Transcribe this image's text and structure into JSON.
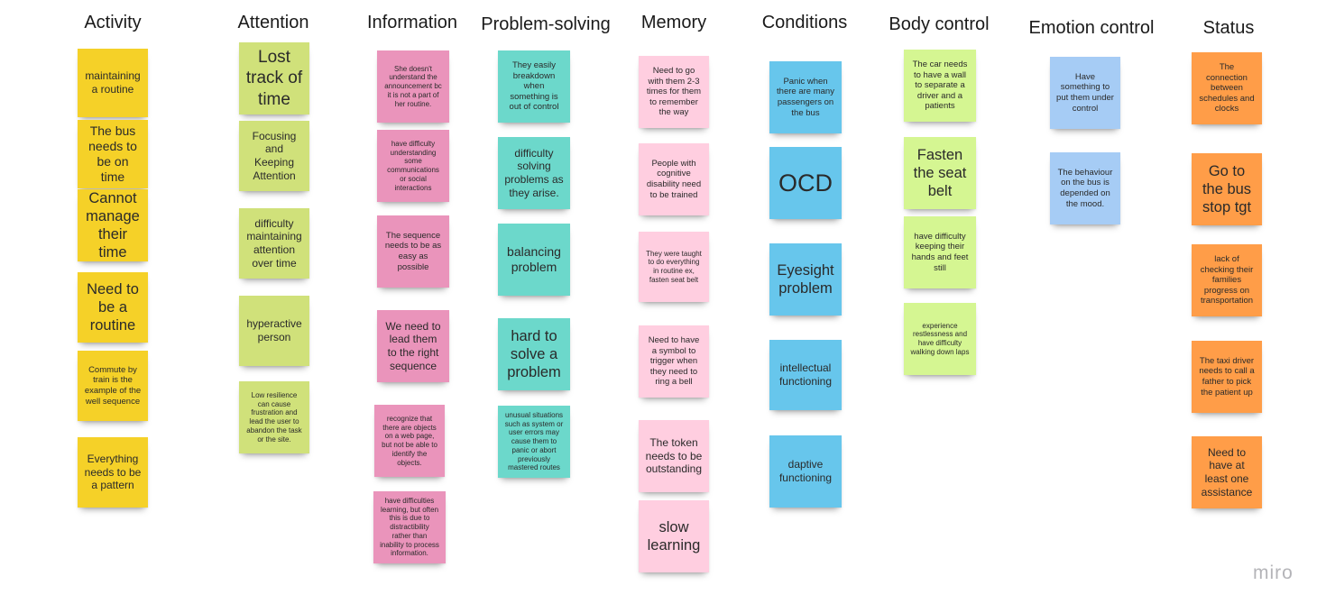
{
  "brand": "miro",
  "colors": {
    "yellow": "#f5d128",
    "lime": "#d0e17a",
    "magenta": "#ea94bb",
    "teal": "#6cd8cb",
    "light_pink": "#ffcee0",
    "cyan": "#67c6ec",
    "light_lime": "#d5f692",
    "light_blue": "#a6ccf5",
    "orange": "#ff9d48"
  },
  "columns": [
    {
      "title": "Activity",
      "color": "#f5d128",
      "notes": [
        {
          "text": "maintaining a routine",
          "size": "s-md"
        },
        {
          "text": "The bus needs to be on time",
          "size": "s-lg"
        },
        {
          "text": "Cannot manage their time",
          "size": "s-xl"
        },
        {
          "text": "Need to be a routine",
          "size": "s-xl"
        },
        {
          "text": "Commute by train is the example of the well sequence",
          "size": "s-sm"
        },
        {
          "text": "Everything needs to be a pattern",
          "size": "s-md"
        }
      ]
    },
    {
      "title": "Attention",
      "color": "#d0e17a",
      "notes": [
        {
          "text": "Lost track of time",
          "size": "s-xxl"
        },
        {
          "text": "Focusing and Keeping Attention",
          "size": "s-md"
        },
        {
          "text": "difficulty maintaining attention over time",
          "size": "s-md"
        },
        {
          "text": "hyperactive person",
          "size": "s-md"
        },
        {
          "text": "Low resilience can cause frustration and lead the user to abandon the task or the site.",
          "size": "s-tiny"
        }
      ]
    },
    {
      "title": "Information",
      "color": "#ea94bb",
      "notes": [
        {
          "text": "She doesn't understand the announcement bc it is not a part of her routine.",
          "size": "s-tiny"
        },
        {
          "text": "have difficulty understanding some communications or social interactions",
          "size": "s-tiny"
        },
        {
          "text": "The sequence needs to be as easy as possible",
          "size": "s-sm"
        },
        {
          "text": "We need to lead them to the right sequence",
          "size": "s-md"
        },
        {
          "text": "recognize that there are objects on a web page, but not be able to identify the objects.",
          "size": "s-tiny"
        },
        {
          "text": "have difficulties learning, but often this is due to distractibility rather than inability to process information.",
          "size": "s-tiny"
        }
      ]
    },
    {
      "title": "Problem-solving",
      "color": "#6cd8cb",
      "notes": [
        {
          "text": "They easily breakdown when something is out of control",
          "size": "s-sm"
        },
        {
          "text": "difficulty solving problems as they arise.",
          "size": "s-md"
        },
        {
          "text": "balancing problem",
          "size": "s-lg"
        },
        {
          "text": "hard to solve a problem",
          "size": "s-xl"
        },
        {
          "text": "unusual situations such as system or user errors may cause them to panic or abort previously mastered routes",
          "size": "s-tiny"
        }
      ]
    },
    {
      "title": "Memory",
      "color": "#ffcee0",
      "notes": [
        {
          "text": "Need to go with them 2-3 times for them to remember the way",
          "size": "s-sm"
        },
        {
          "text": "People with cognitive disability need to be trained",
          "size": "s-sm"
        },
        {
          "text": "They were taught to do everything in routine ex, fasten seat belt",
          "size": "s-tiny"
        },
        {
          "text": "Need to have a symbol to trigger when they need to ring a bell",
          "size": "s-sm"
        },
        {
          "text": "The token needs to be outstanding",
          "size": "s-md"
        },
        {
          "text": "slow learning",
          "size": "s-xl"
        }
      ]
    },
    {
      "title": "Conditions",
      "color": "#67c6ec",
      "notes": [
        {
          "text": "Panic when there are many passengers on the bus",
          "size": "s-sm"
        },
        {
          "text": "OCD",
          "size": "s-big"
        },
        {
          "text": "Eyesight problem",
          "size": "s-xl"
        },
        {
          "text": "intellectual functioning",
          "size": "s-md"
        },
        {
          "text": "daptive functioning",
          "size": "s-md"
        }
      ]
    },
    {
      "title": "Body control",
      "color": "#d5f692",
      "notes": [
        {
          "text": "The car needs to have a wall to separate a driver and a patients",
          "size": "s-sm"
        },
        {
          "text": "Fasten the seat belt",
          "size": "s-xl"
        },
        {
          "text": "have difficulty keeping their hands and feet still",
          "size": "s-sm"
        },
        {
          "text": "experience restlessness and have difficulty walking down laps",
          "size": "s-tiny"
        }
      ]
    },
    {
      "title": "Emotion control",
      "color": "#a6ccf5",
      "notes": [
        {
          "text": "Have something to put them under control",
          "size": "s-sm"
        },
        {
          "text": "The behaviour on the bus is depended on the mood.",
          "size": "s-sm"
        }
      ]
    },
    {
      "title": "Status",
      "color": "#ff9d48",
      "notes": [
        {
          "text": "The connection between schedules and clocks",
          "size": "s-sm"
        },
        {
          "text": "Go to the bus stop tgt",
          "size": "s-xl"
        },
        {
          "text": "lack of checking their families progress on transportation",
          "size": "s-sm"
        },
        {
          "text": "The taxi driver needs to call a father to pick the patient up",
          "size": "s-sm"
        },
        {
          "text": "Need to have at least one assistance",
          "size": "s-md"
        }
      ]
    }
  ]
}
